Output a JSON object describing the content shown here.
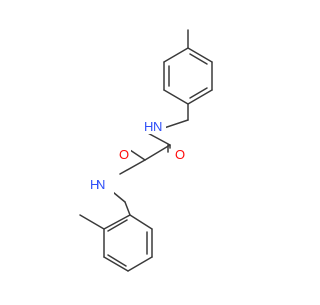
{
  "molecule": {
    "colors": {
      "bond": "#3a3a3a",
      "nitrogen": "#3050f8",
      "oxygen": "#ff0d0d",
      "background": "#ffffff"
    },
    "atom_labels": {
      "n_upper": "N",
      "h_upper": "H",
      "n_lower": "N",
      "h_lower": "H",
      "o_left": "O",
      "o_right": "O"
    }
  }
}
